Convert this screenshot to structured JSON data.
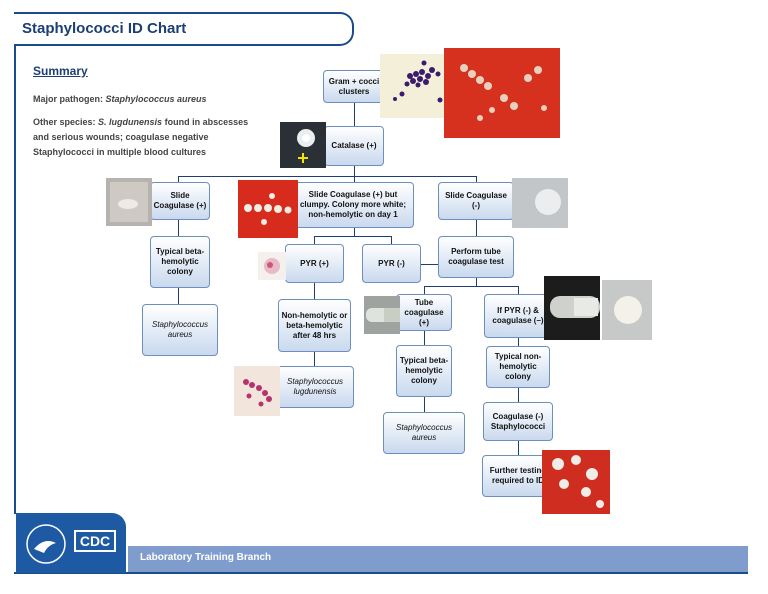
{
  "header": {
    "title": "Staphylococci ID Chart"
  },
  "summary": {
    "heading": "Summary",
    "line1_label": "Major pathogen:",
    "line1_species": "Staphylococcus aureus",
    "line2_label": "Other species:",
    "line2_species": "S. lugdunensis",
    "line2_rest": "found in abscesses and serious wounds; coagulase negative Staphylococci in multiple blood cultures"
  },
  "nodes": {
    "gram": "Gram + cocci clusters",
    "catalase": "Catalase  (+)",
    "slide_pos": "Slide Coagulase (+)",
    "slide_clumpy": "Slide Coagulase (+) but clumpy. Colony more white; non-hemolytic on day 1",
    "slide_neg": "Slide Coagulase (-)",
    "typical_beta_left": "Typical beta-hemolytic colony",
    "saureus_left": "Staphylococcus aureus",
    "pyr_pos": "PYR (+)",
    "pyr_neg": "PYR (-)",
    "perform_tube": "Perform tube coagulase test",
    "nonhemolytic": "Non-hemolytic or beta-hemolytic after 48 hrs",
    "lugdunensis": "Staphylococcus lugdunensis",
    "tube_pos": "Tube coagulase (+)",
    "if_pyr": "If PYR (-) & coagulase (–)",
    "typical_beta_mid": "Typical beta-hemolytic colony",
    "saureus_mid": "Staphylococcus aureus",
    "typical_nonhem": "Typical non-hemolytic colony",
    "coag_neg_staph": "Coagulase (-) Staphylococci",
    "further": "Further testing required to ID"
  },
  "footer": {
    "branch": "Laboratory Training Branch",
    "logo_text": "CDC"
  },
  "colors": {
    "navy": "#1c4b8a",
    "box_fill": "#c9d9ee",
    "footer_bar": "#7f9ccd",
    "agar_red": "#d9372a"
  }
}
